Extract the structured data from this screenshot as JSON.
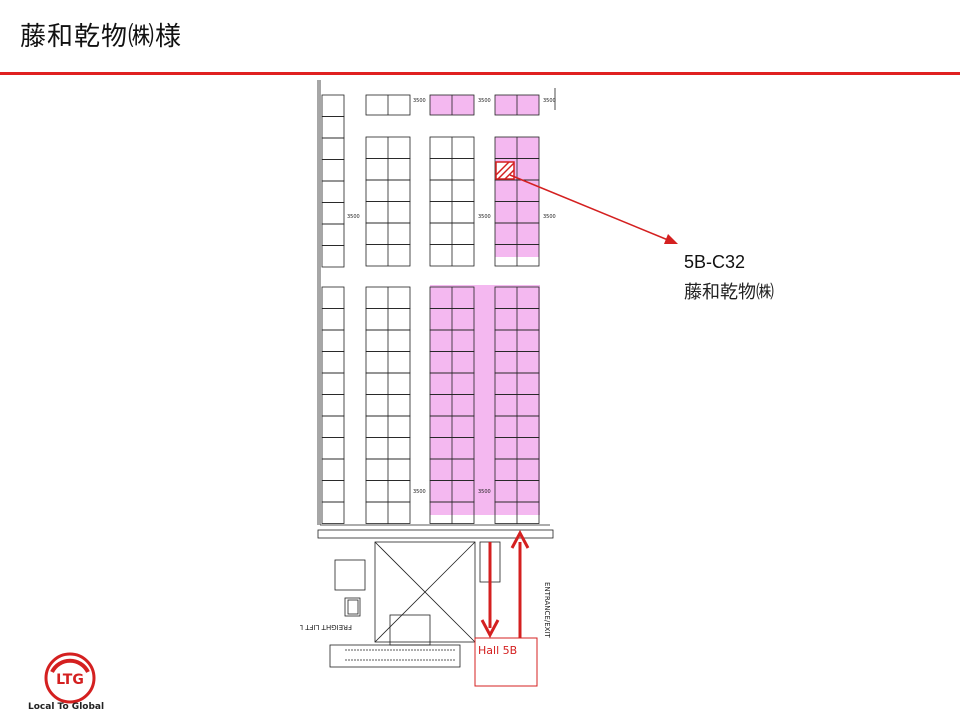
{
  "page": {
    "title": "藤和乾物㈱様"
  },
  "callout": {
    "booth_id": "5B-C32",
    "exhibitor": "藤和乾物㈱"
  },
  "floorplan": {
    "hall_label": "Hall 5B",
    "entrance_label": "ENTRANCE/EXIT",
    "aisle_label": "3500",
    "lift_label": "FREIGHT LIFT LOBBY",
    "highlight_color": "#f4b8f0",
    "marker_color": "#d42020"
  },
  "logo": {
    "mark": "LTG",
    "tagline": "Local To Global"
  }
}
